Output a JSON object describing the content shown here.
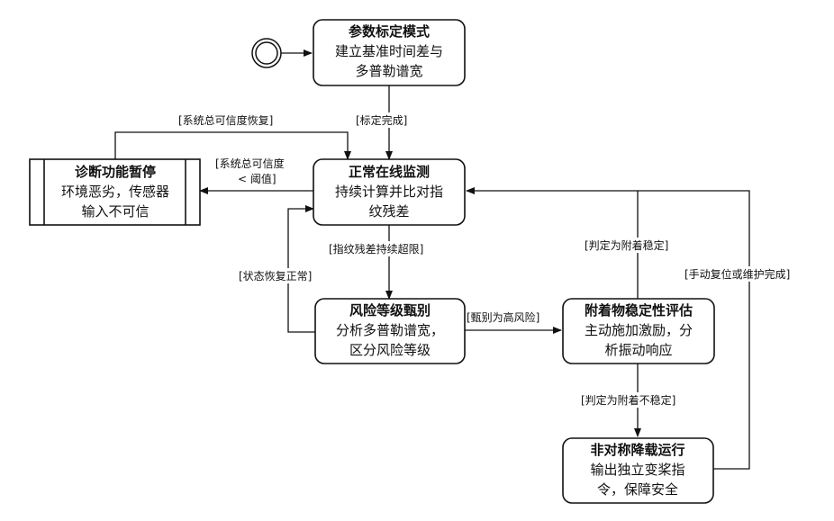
{
  "nodes": {
    "calibration": {
      "title": "参数标定模式",
      "lines": [
        "建立基准时间差与",
        "多普勒谱宽"
      ]
    },
    "monitoring": {
      "title": "正常在线监测",
      "lines": [
        "持续计算并比对指",
        "纹残差"
      ]
    },
    "diagnosis_paused": {
      "title": "诊断功能暂停",
      "lines": [
        "环境恶劣，传感器",
        "输入不可信"
      ]
    },
    "risk_grading": {
      "title": "风险等级甄别",
      "lines": [
        "分析多普勒谱宽，",
        "区分风险等级"
      ]
    },
    "attachment_eval": {
      "title": "附着物稳定性评估",
      "lines": [
        "主动施加激励，分",
        "析振动响应"
      ]
    },
    "asymmetric_derating": {
      "title": "非对称降载运行",
      "lines": [
        "输出独立变桨指",
        "令，保障安全"
      ]
    }
  },
  "edges": {
    "calibration_done": "[标定完成]",
    "reliability_restored": "[系统总可信度恢复]",
    "reliability_low_line1": "[系统总可信度",
    "reliability_low_line2": "< 阈值]",
    "residual_exceeded": "[指纹残差持续超限]",
    "state_normal": "[状态恢复正常]",
    "high_risk": "[甄别为高风险]",
    "judged_stable": "[判定为附着稳定]",
    "judged_unstable": "[判定为附着不稳定]",
    "manual_reset": "[手动复位或维护完成]"
  }
}
